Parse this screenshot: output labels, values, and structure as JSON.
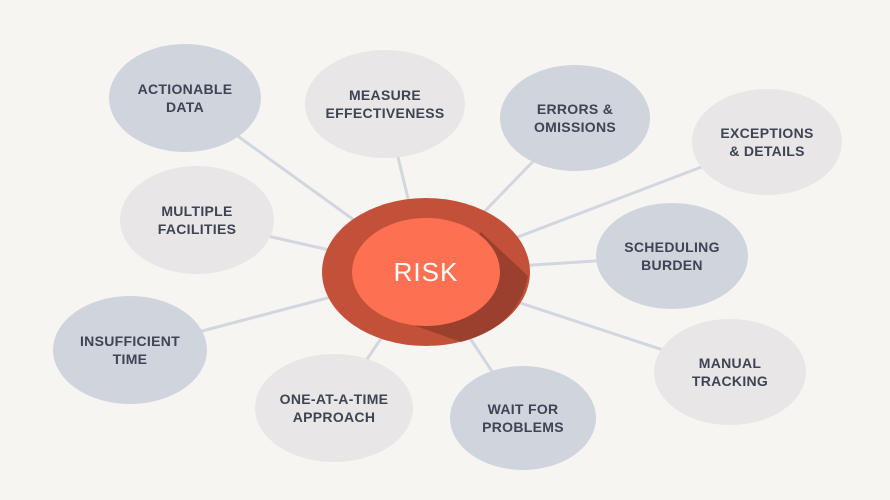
{
  "center": {
    "label": "RISK",
    "outer_color": "#c3513a",
    "inner_color": "#fd7052",
    "shadow_color": "#8e3b2b"
  },
  "colors": {
    "blue_node": "#cfd4dd",
    "gray_node": "#e8e6e6",
    "spoke": "#d2d6de",
    "text": "#3d4452"
  },
  "nodes": [
    {
      "id": "actionable-data",
      "lines": [
        "ACTIONABLE",
        "DATA"
      ],
      "tone": "blue"
    },
    {
      "id": "measure-effectiveness",
      "lines": [
        "MEASURE",
        "EFFECTIVENESS"
      ],
      "tone": "gray"
    },
    {
      "id": "errors-omissions",
      "lines": [
        "ERRORS &",
        "OMISSIONS"
      ],
      "tone": "blue"
    },
    {
      "id": "exceptions-details",
      "lines": [
        "EXCEPTIONS",
        "& DETAILS"
      ],
      "tone": "gray"
    },
    {
      "id": "multiple-facilities",
      "lines": [
        "MULTIPLE",
        "FACILITIES"
      ],
      "tone": "gray"
    },
    {
      "id": "scheduling-burden",
      "lines": [
        "SCHEDULING",
        "BURDEN"
      ],
      "tone": "blue"
    },
    {
      "id": "insufficient-time",
      "lines": [
        "INSUFFICIENT",
        "TIME"
      ],
      "tone": "blue"
    },
    {
      "id": "manual-tracking",
      "lines": [
        "MANUAL",
        "TRACKING"
      ],
      "tone": "gray"
    },
    {
      "id": "one-at-a-time-approach",
      "lines": [
        "ONE-AT-A-TIME",
        "APPROACH"
      ],
      "tone": "gray"
    },
    {
      "id": "wait-for-problems",
      "lines": [
        "WAIT FOR",
        "PROBLEMS"
      ],
      "tone": "blue"
    }
  ]
}
